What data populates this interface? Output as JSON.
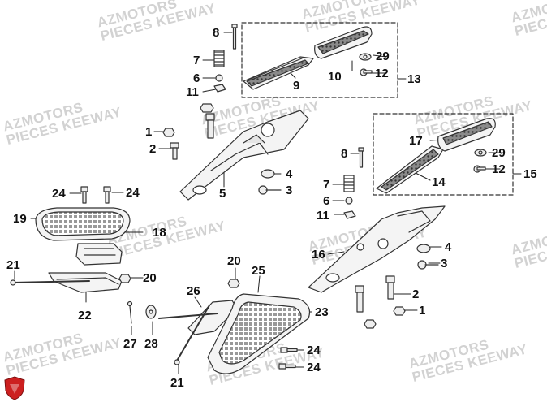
{
  "watermark": {
    "line1": "AZMOTORS",
    "line2": "PIECES KEEWAY",
    "line2_short": "PIECES"
  },
  "colors": {
    "line": "#333333",
    "part_fill": "#f4f4f4",
    "tread": "#777777",
    "watermark": "#d2d2d2",
    "logo": "#cc1f1f"
  },
  "callouts": {
    "n1": "1",
    "n2": "2",
    "n3": "3",
    "n4": "4",
    "n5": "5",
    "n6": "6",
    "n7": "7",
    "n8": "8",
    "n9": "9",
    "n10": "10",
    "n11": "11",
    "n12": "12",
    "n13": "13",
    "n14": "14",
    "n15": "15",
    "n16": "16",
    "n17": "17",
    "n18": "18",
    "n19": "19",
    "n20": "20",
    "n21": "21",
    "n22": "22",
    "n23": "23",
    "n24": "24",
    "n25": "25",
    "n26": "26",
    "n27": "27",
    "n28": "28",
    "n29": "29"
  }
}
